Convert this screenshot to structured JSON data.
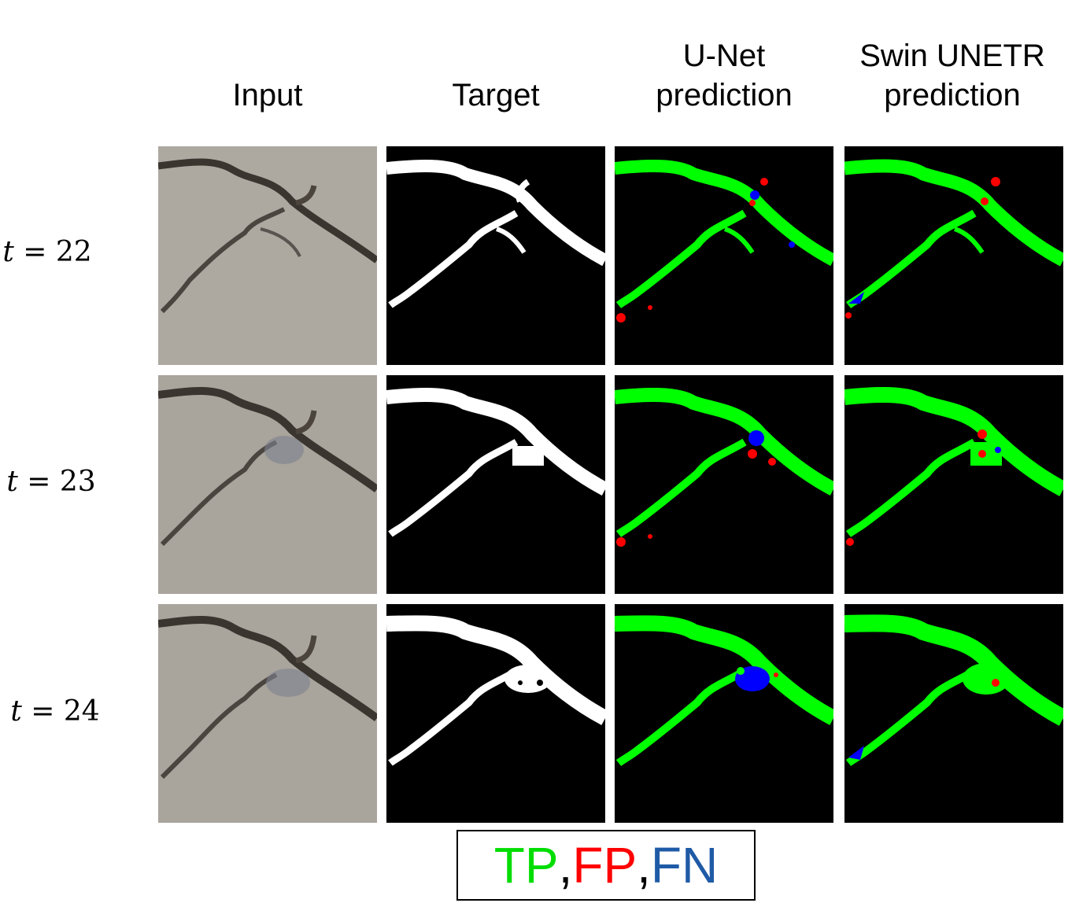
{
  "columns": [
    {
      "id": "input",
      "label": "Input"
    },
    {
      "id": "target",
      "label": "Target"
    },
    {
      "id": "unet",
      "label": "U-Net\nprediction"
    },
    {
      "id": "swin",
      "label": "Swin UNETR\nprediction"
    }
  ],
  "rows": [
    {
      "var": "t",
      "eq": " = ",
      "value": "22"
    },
    {
      "var": "t",
      "eq": " = ",
      "value": "23"
    },
    {
      "var": "t",
      "eq": " = ",
      "value": "24"
    }
  ],
  "legend": {
    "tp": "TP",
    "fp": "FP",
    "fn": "FN",
    "sep": ", ",
    "colors": {
      "tp": "#00dd00",
      "fp": "#ff0000",
      "fn": "#1f5aa6"
    }
  },
  "icons": {
    "panel_type": "image-panel"
  }
}
